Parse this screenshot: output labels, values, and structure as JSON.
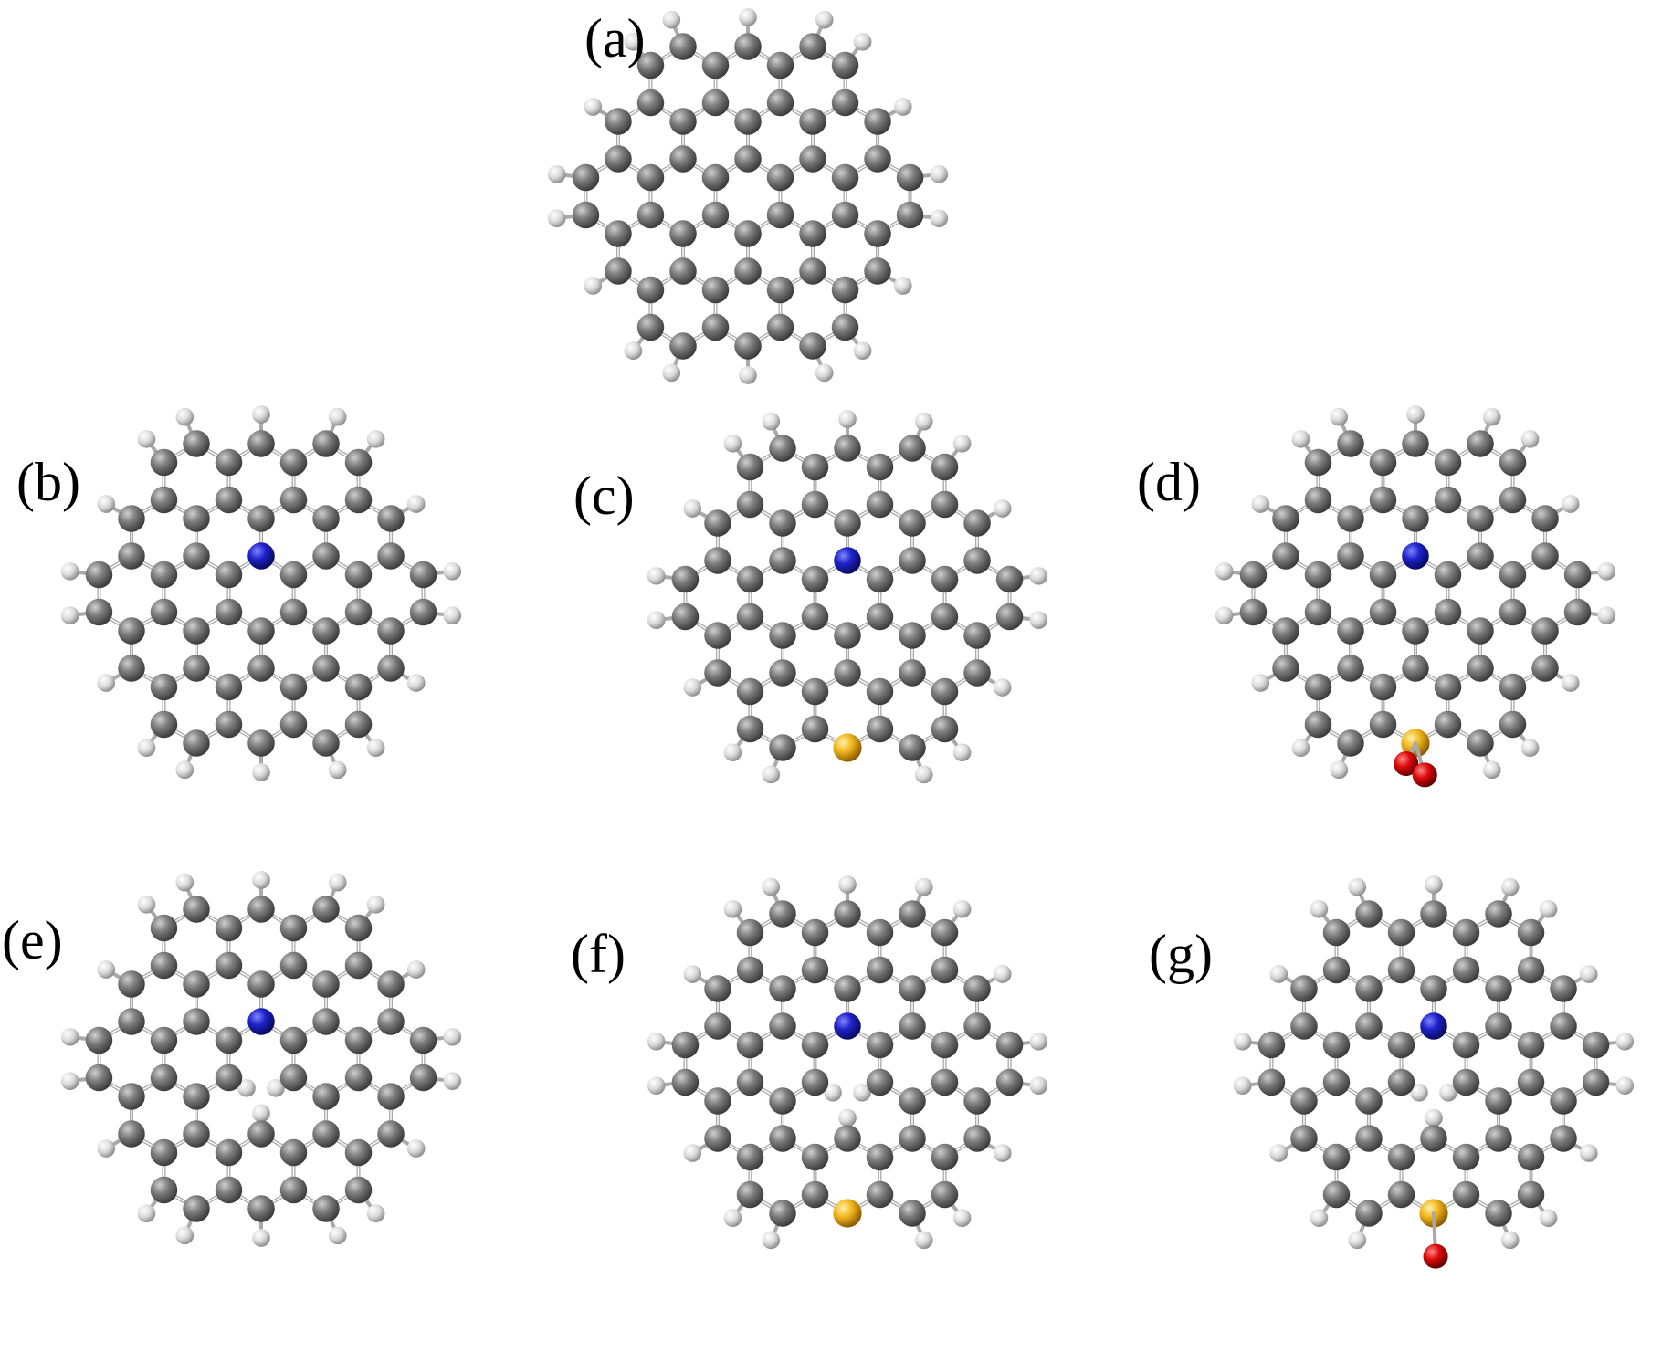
{
  "figure": {
    "panels": [
      {
        "label": "(a)",
        "variant": "pristine"
      },
      {
        "label": "(b)",
        "variant": "graphitic-N"
      },
      {
        "label": "(c)",
        "variant": "graphitic-N with edge S"
      },
      {
        "label": "(d)",
        "variant": "graphitic-N with edge SO2"
      },
      {
        "label": "(e)",
        "variant": "N with vacancy"
      },
      {
        "label": "(f)",
        "variant": "N with vacancy and edge S"
      },
      {
        "label": "(g)",
        "variant": "N with vacancy and edge SO"
      }
    ]
  },
  "atom_colors": {
    "carbon": "#7a7a7a",
    "hydrogen": "#e6e6e6",
    "nitrogen": "#1e22c8",
    "sulfur": "#f2b71e",
    "oxygen": "#dd0a0a"
  }
}
